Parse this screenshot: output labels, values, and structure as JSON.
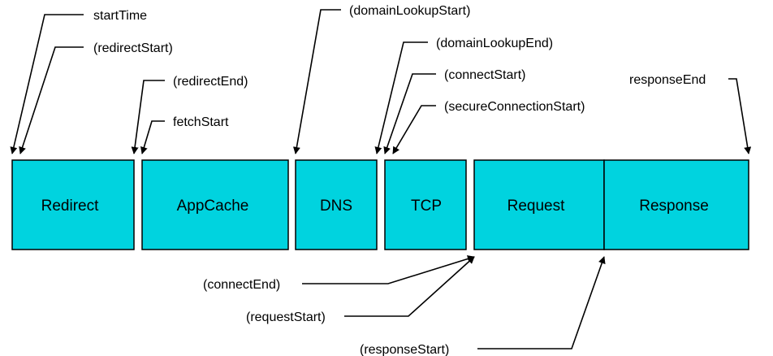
{
  "phases": [
    {
      "id": "redirect",
      "label": "Redirect"
    },
    {
      "id": "appcache",
      "label": "AppCache"
    },
    {
      "id": "dns",
      "label": "DNS"
    },
    {
      "id": "tcp",
      "label": "TCP"
    },
    {
      "id": "request",
      "label": "Request"
    },
    {
      "id": "response",
      "label": "Response"
    }
  ],
  "events": {
    "startTime": "startTime",
    "redirectStart": "(redirectStart)",
    "redirectEnd": "(redirectEnd)",
    "fetchStart": "fetchStart",
    "domainLookupStart": "(domainLookupStart)",
    "domainLookupEnd": "(domainLookupEnd)",
    "connectStart": "(connectStart)",
    "secureConnectionStart": "(secureConnectionStart)",
    "responseEnd": "responseEnd",
    "connectEnd": "(connectEnd)",
    "requestStart": "(requestStart)",
    "responseStart": "(responseStart)"
  },
  "colors": {
    "phase_fill": "#00D3DF",
    "outline": "#000000"
  }
}
